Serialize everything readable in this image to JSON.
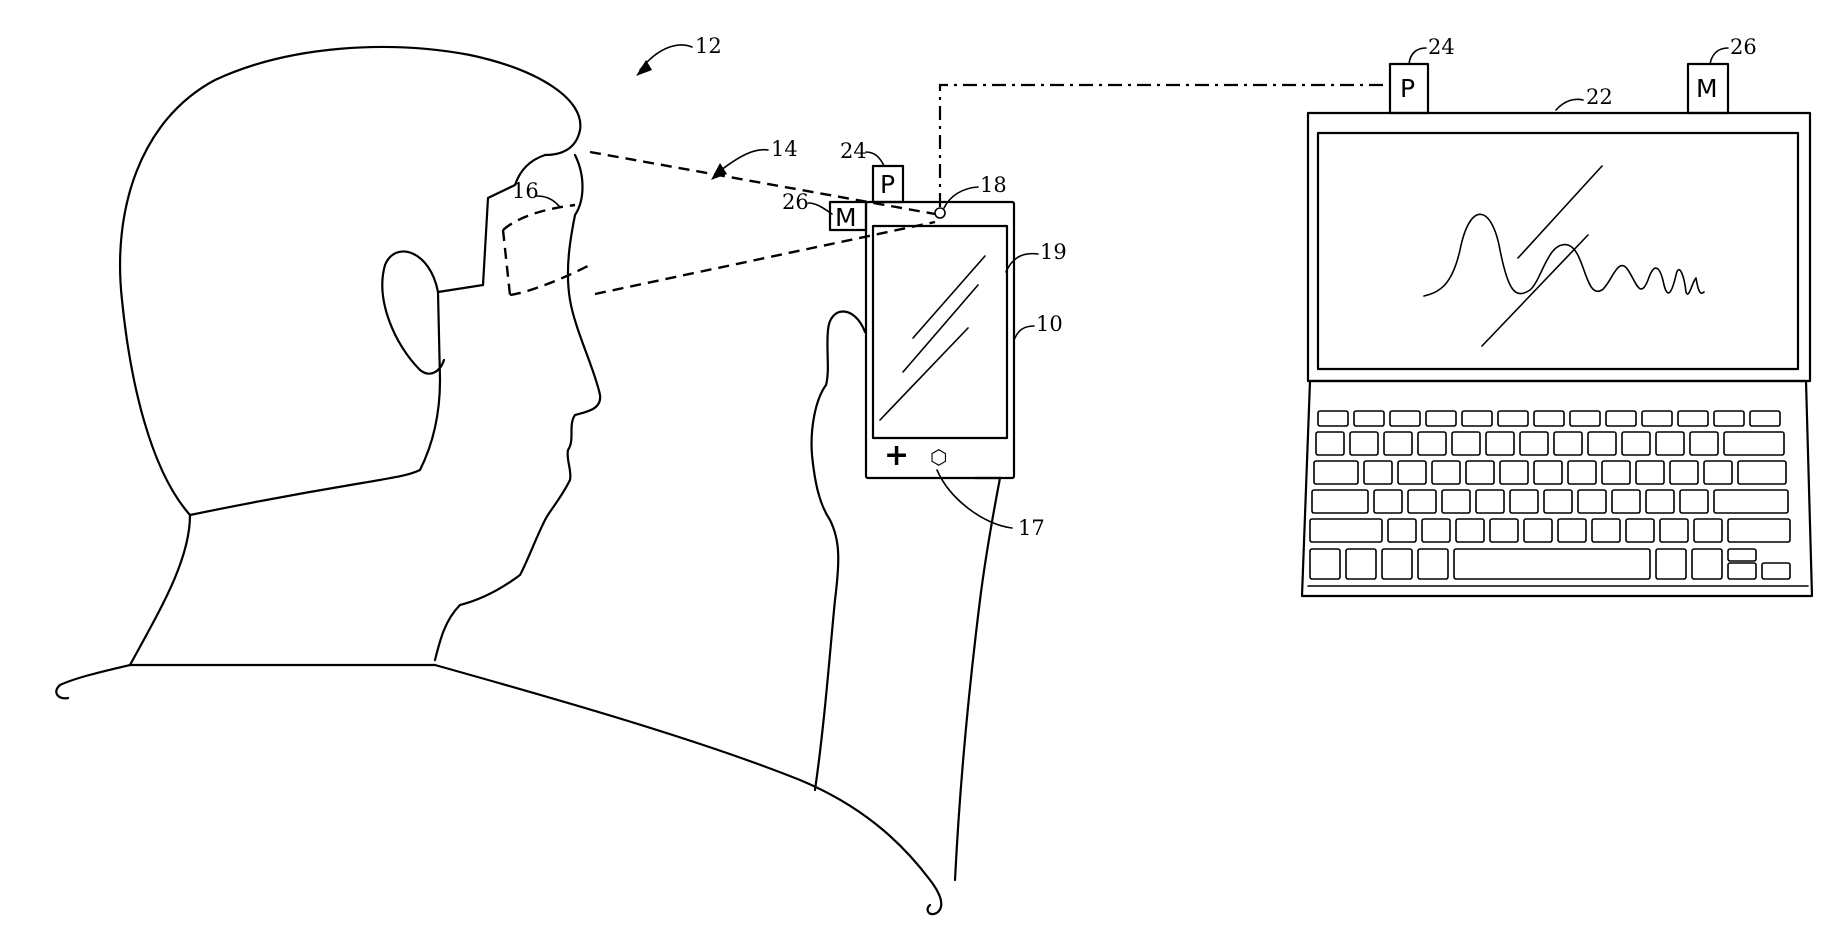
{
  "figure": {
    "labels": {
      "system": "12",
      "gaze": "14",
      "eye_region": "16",
      "phone_button": "17",
      "phone_camera": "18",
      "phone_screen": "19",
      "phone": "10",
      "laptop": "22",
      "phone_p_ref": "24",
      "phone_m_ref": "26",
      "laptop_p_ref": "24",
      "laptop_m_ref": "26"
    },
    "boxes": {
      "p": "P",
      "m": "M"
    },
    "phone_buttons": {
      "plus": "+",
      "home": "⬡"
    }
  }
}
